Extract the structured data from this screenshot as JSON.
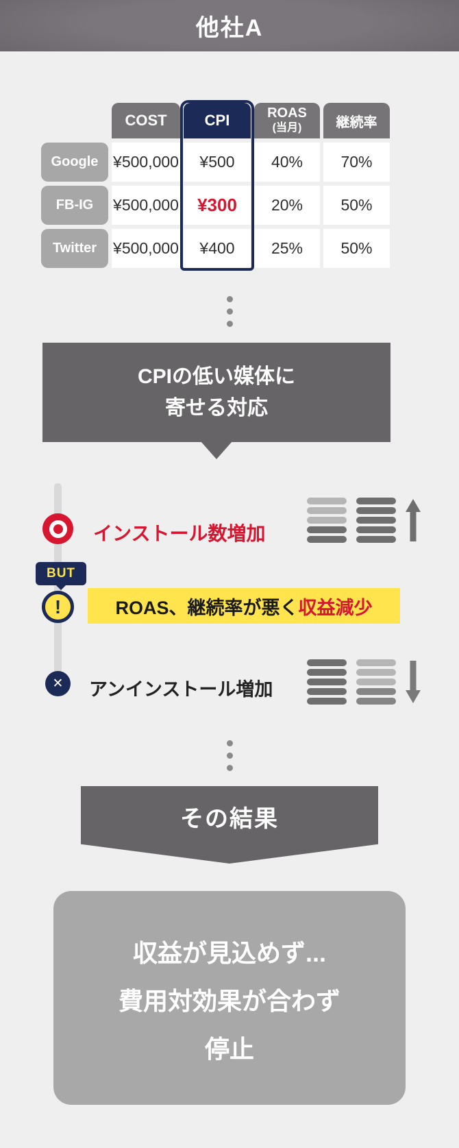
{
  "header": {
    "title": "他社A"
  },
  "table": {
    "columns": [
      {
        "label": "COST"
      },
      {
        "label": "CPI"
      },
      {
        "label": "ROAS",
        "sub": "(当月)"
      },
      {
        "label": "継続率"
      }
    ],
    "rows": [
      {
        "label": "Google",
        "cells": [
          "¥500,000",
          "¥500",
          "40%",
          "70%"
        ]
      },
      {
        "label": "FB-IG",
        "cells": [
          "¥500,000",
          "¥300",
          "20%",
          "50%"
        ],
        "cpi_emphasis": true
      },
      {
        "label": "Twitter",
        "cells": [
          "¥500,000",
          "¥400",
          "25%",
          "50%"
        ]
      }
    ]
  },
  "callout": {
    "line1": "CPIの低い媒体に",
    "line2": "寄せる対応"
  },
  "timeline": {
    "install": {
      "label": "インストール数増加",
      "icon_left_bars": [
        "light",
        "light",
        "light",
        "dark",
        "dark"
      ],
      "icon_right_bars": [
        "dark",
        "dark",
        "dark",
        "dark",
        "dark"
      ]
    },
    "but_label": "BUT",
    "warning": {
      "mark": "!",
      "prefix": "ROAS、継続率が悪く",
      "emphasis": "収益減少"
    },
    "uninstall": {
      "mark": "✕",
      "label": "アンインストール増加",
      "icon_left_bars": [
        "dark",
        "dark",
        "dark",
        "dark",
        "dark"
      ],
      "icon_right_bars": [
        "light",
        "light",
        "light",
        "mid",
        "mid"
      ]
    }
  },
  "result_banner": {
    "label": "その結果"
  },
  "final_box": {
    "line1": "収益が見込めず...",
    "line2": "費用対効果が合わず",
    "line3": "停止"
  },
  "colors": {
    "page_bg": "#efeff0",
    "header_gray_light": "#7b767b",
    "header_gray_dark": "#514d51",
    "table_header_gray": "#767476",
    "row_label_gray": "#a8a7a8",
    "navy": "#1b2a56",
    "red": "#d6172f",
    "callout_gray": "#676467",
    "timeline_line": "#d9d9d9",
    "yellow": "#ffe44d",
    "bar_light": "#b5b5b5",
    "bar_dark": "#6e6e6e",
    "bar_mid": "#858585",
    "arrow_gray": "#7a7a7a",
    "final_box_gray": "#a8a8a8",
    "text_dark": "#2e2e2e",
    "dots_gray": "#8a8a8a"
  }
}
